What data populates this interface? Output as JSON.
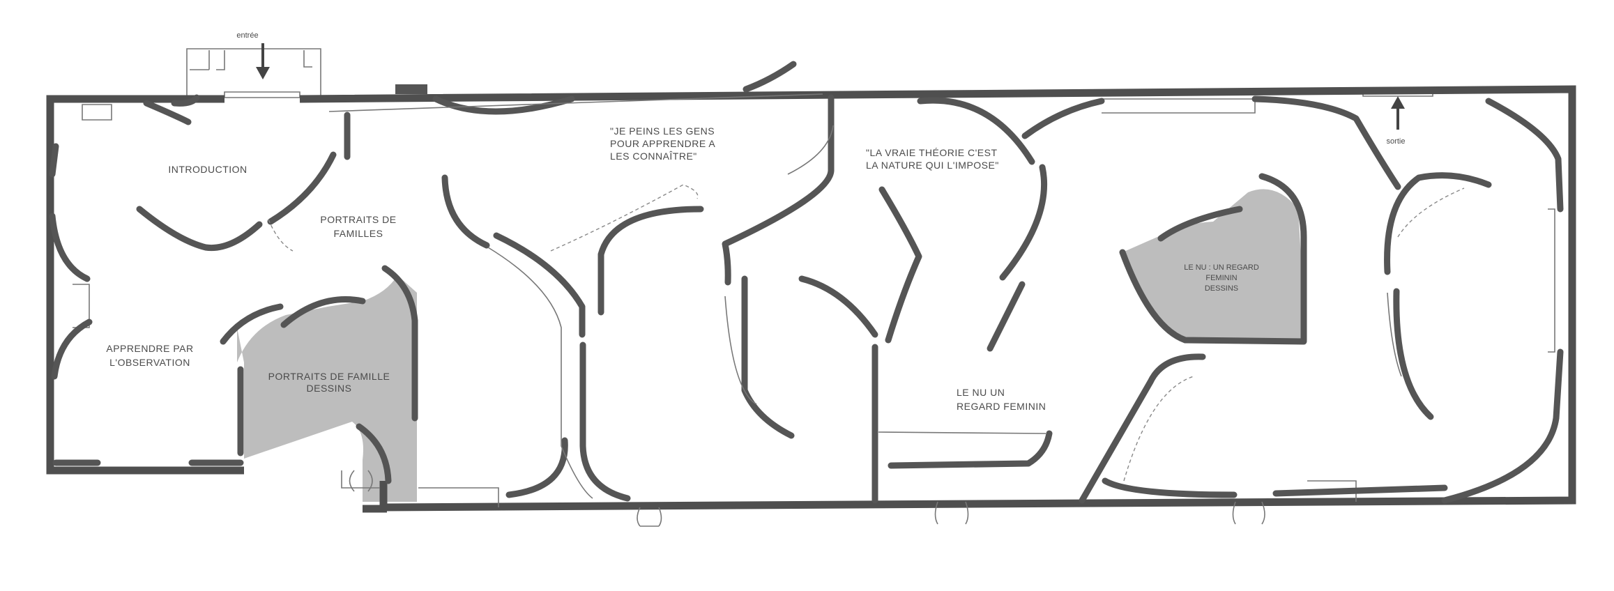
{
  "plan": {
    "entrance_label": "entrée",
    "exit_label": "sortie",
    "rooms": [
      {
        "id": "introduction",
        "lines": [
          "INTRODUCTION"
        ]
      },
      {
        "id": "portraits-de-familles",
        "lines": [
          "PORTRAITS DE",
          "FAMILLES"
        ]
      },
      {
        "id": "apprendre-par-observation",
        "lines": [
          "APPRENDRE PAR",
          "L'OBSERVATION"
        ]
      },
      {
        "id": "portraits-dessins",
        "lines": [
          "PORTRAITS DE FAMILLE",
          "DESSINS"
        ]
      },
      {
        "id": "quote-peins",
        "lines": [
          "\"JE PEINS LES GENS",
          "POUR APPRENDRE A",
          "LES CONNAÎTRE\""
        ]
      },
      {
        "id": "quote-theorie",
        "lines": [
          "\"LA VRAIE THÉORIE  C'EST",
          "LA NATURE QUI L'IMPOSE\""
        ]
      },
      {
        "id": "nu-regard",
        "lines": [
          "LE NU   UN",
          "REGARD FEMININ"
        ]
      },
      {
        "id": "nu-dessins",
        "lines": [
          "LE NU : UN REGARD",
          "FEMININ",
          "DESSINS"
        ]
      }
    ],
    "colors": {
      "wall": "#555555",
      "drawings-zone": "#bdbdbd",
      "background": "#ffffff"
    }
  }
}
